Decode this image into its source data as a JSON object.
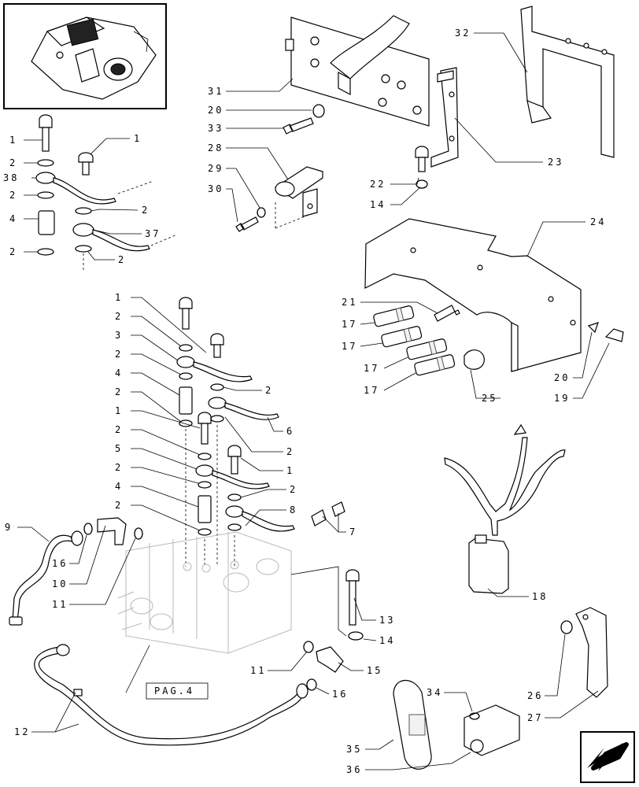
{
  "labels": {
    "l1a": "1",
    "l2a": "2",
    "l38": "38",
    "l2b": "2",
    "l4a": "4",
    "l2c": "2",
    "l1b": "1",
    "l2d": "2",
    "l37": "37",
    "l2e": "2",
    "l31": "31",
    "l20a": "20",
    "l33": "33",
    "l28": "28",
    "l29": "29",
    "l30": "30",
    "l32": "32",
    "l23": "23",
    "l22": "22",
    "l14a": "14",
    "l24": "24",
    "l21": "21",
    "l17a": "17",
    "l17b": "17",
    "l17c": "17",
    "l17d": "17",
    "l25": "25",
    "l20b": "20",
    "l19": "19",
    "m1a": "1",
    "m2a": "2",
    "m3": "3",
    "m2b": "2",
    "m4a": "4",
    "m2c": "2",
    "m1b": "1",
    "m2d": "2",
    "m5": "5",
    "m2e": "2",
    "m4b": "4",
    "m2f": "2",
    "r2a": "2",
    "r6": "6",
    "r2b": "2",
    "r1": "1",
    "r2c": "2",
    "r8": "8",
    "r7": "7",
    "l9": "9",
    "l16a": "16",
    "l10": "10",
    "l11a": "11",
    "l13": "13",
    "l14b": "14",
    "l11b": "11",
    "l15": "15",
    "l16b": "16",
    "l12": "12",
    "l18": "18",
    "l26": "26",
    "l27": "27",
    "l34": "34",
    "l35": "35",
    "l36": "36"
  },
  "page_ref": "PAG.4"
}
